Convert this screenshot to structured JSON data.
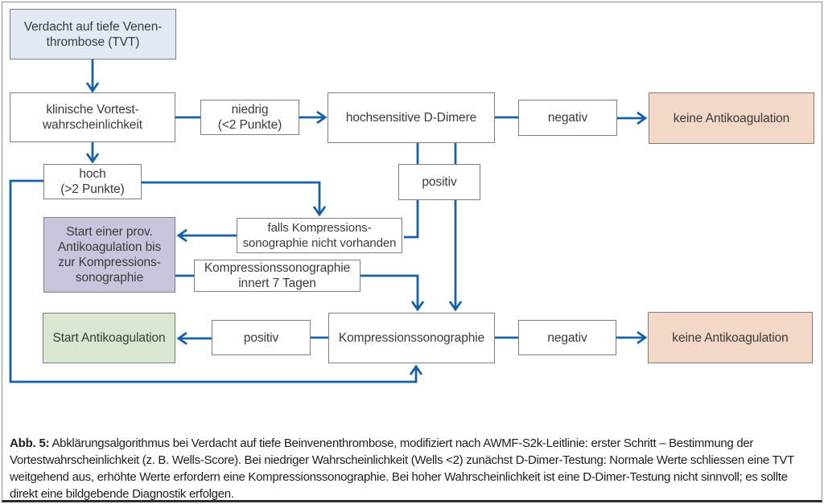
{
  "nodes": {
    "verdacht": {
      "label": "Verdacht auf tiefe Venen-\nthrombose (TVT)"
    },
    "klinische": {
      "label": "klinische Vortest-\nwahrscheinlichkeit"
    },
    "niedrig": {
      "label": "niedrig\n(<2 Punkte)"
    },
    "ddimere": {
      "label": "hochsensitive D-Dimere"
    },
    "negativ_top": {
      "label": "negativ"
    },
    "keine_top": {
      "label": "keine Antikoagulation"
    },
    "hoch": {
      "label": "hoch\n(>2 Punkte)"
    },
    "positiv_top": {
      "label": "positiv"
    },
    "start_prov": {
      "label": "Start einer prov.\nAntikoagulation bis\nzur Kompressions-\nsonographie"
    },
    "falls": {
      "label": "falls Kompressions-\nsonographie nicht vorhanden"
    },
    "innert": {
      "label": "Kompressionssonographie\ninnert 7 Tagen"
    },
    "start_antikoag": {
      "label": "Start Antikoagulation"
    },
    "positiv_bottom": {
      "label": "positiv"
    },
    "kus": {
      "label": "Kompressionssonographie"
    },
    "negativ_bottom": {
      "label": "negativ"
    },
    "keine_bottom": {
      "label": "keine Antikoagulation"
    }
  },
  "caption": {
    "label": "Abb. 5:",
    "text": " Abklärungsalgorithmus bei Verdacht auf tiefe Beinvenenthrombose, modifiziert nach AWMF-S2k-Leitlinie: erster Schritt – Bestimmung der Vortestwahrscheinlichkeit (z. B. Wells-Score). Bei niedriger Wahrscheinlichkeit (Wells <2) zunächst D-Dimer-Testung: Normale Werte schliessen eine TVT weitgehend aus, erhöhte Werte erfordern eine Kompressionssonographie. Bei hoher Wahrscheinlichkeit ist eine D-Dimer-Testung nicht sinnvoll; es sollte direkt eine bildgebende Diagnostik erfolgen."
  },
  "colors": {
    "arrow": "#1660a8",
    "box_border": "#7e7e7e",
    "suspicion_fill": "#e1eaf4",
    "no_anticoagulation_fill": "#f3d8c8",
    "provisional_anticoagulation_fill": "#c8c4dc",
    "start_anticoagulation_fill": "#d9e6d0",
    "plain_fill": "#ffffff",
    "text": "#3a3a3a"
  }
}
